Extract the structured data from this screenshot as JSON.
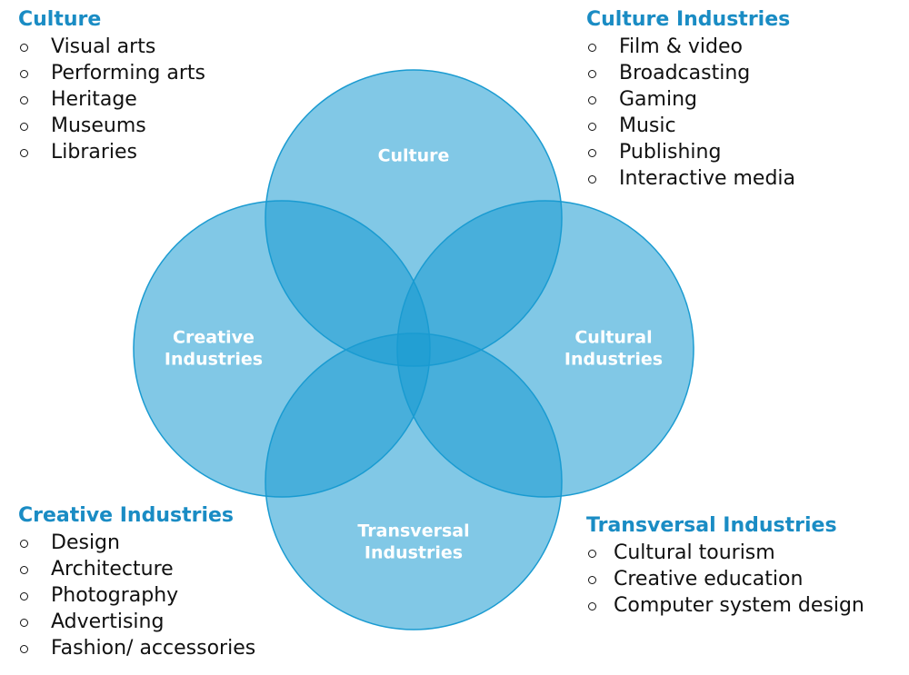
{
  "diagram": {
    "circle_color": "#1a9bd1",
    "circles": [
      {
        "id": "culture",
        "label_lines": [
          "Culture"
        ]
      },
      {
        "id": "creative",
        "label_lines": [
          "Creative",
          "Industries"
        ]
      },
      {
        "id": "cultural",
        "label_lines": [
          "Cultural",
          "Industries"
        ]
      },
      {
        "id": "transversal",
        "label_lines": [
          "Transversal",
          "Industries"
        ]
      }
    ]
  },
  "panels": {
    "culture": {
      "title": "Culture",
      "items": [
        "Visual arts",
        "Performing arts",
        "Heritage",
        "Museums",
        "Libraries"
      ]
    },
    "culture_industries": {
      "title": "Culture Industries",
      "items": [
        "Film & video",
        "Broadcasting",
        "Gaming",
        "Music",
        "Publishing",
        "Interactive media"
      ]
    },
    "creative_industries": {
      "title": "Creative Industries",
      "items": [
        "Design",
        "Architecture",
        "Photography",
        "Advertising",
        "Fashion/ accessories"
      ]
    },
    "transversal_industries": {
      "title": "Transversal Industries",
      "items": [
        "Cultural tourism",
        "Creative education",
        "Computer system design"
      ]
    }
  }
}
